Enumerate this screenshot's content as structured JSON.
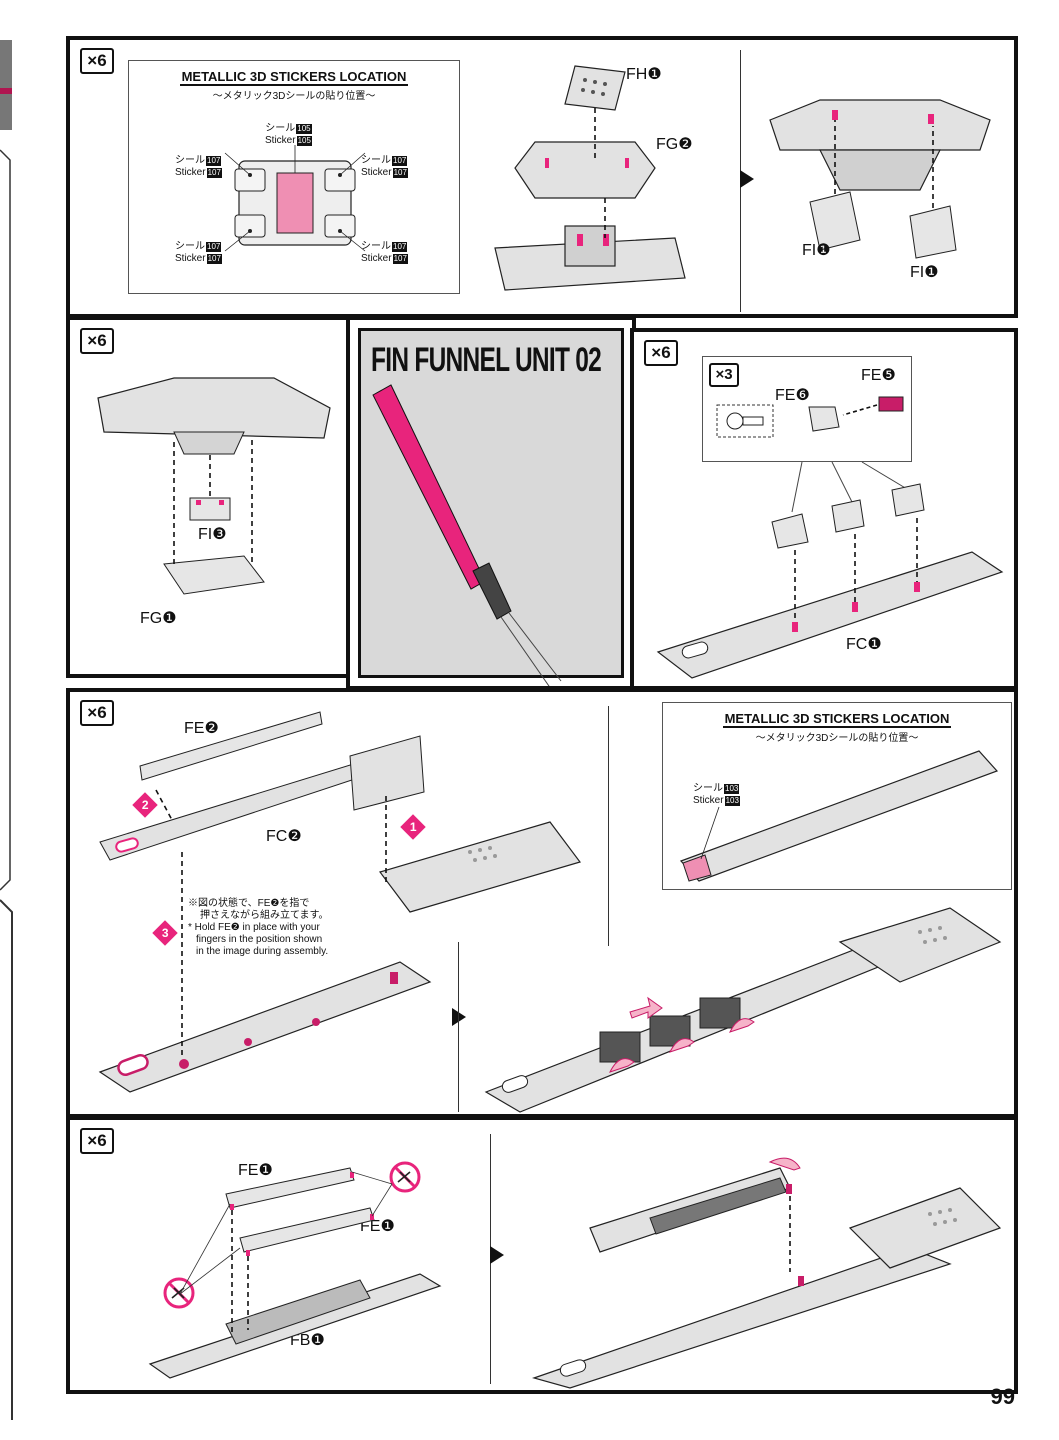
{
  "page_number": "99",
  "section_title": "FIN FUNNEL UNIT 02",
  "multipliers": {
    "x6": "×6",
    "x3": "×3"
  },
  "sticker_box": {
    "title": "METALLIC 3D STICKERS LOCATION",
    "subtitle": "〜メタリック3Dシールの貼り位置〜"
  },
  "stickers": {
    "seal_jp": "シール",
    "sticker_en": "Sticker",
    "no_105": "105",
    "no_107": "107",
    "no_103": "103"
  },
  "parts": {
    "FH1": "FH❶",
    "FG2": "FG❷",
    "FI1": "FI❶",
    "FI3": "FI❸",
    "FG1": "FG❶",
    "FE6": "FE❻",
    "FE5": "FE❺",
    "FC1": "FC❶",
    "FE2": "FE❷",
    "FC2": "FC❷",
    "FE1": "FE❶",
    "FB1": "FB❶"
  },
  "steps": {
    "s1": "1",
    "s2": "2",
    "s3": "3"
  },
  "note": {
    "jp_line1": "※図の状態で、FE❷を指で",
    "jp_line2": "押さえながら組み立てます。",
    "en_line1": "* Hold FE❷ in place with your",
    "en_line2": "fingers in the position shown",
    "en_line3": "in the image during assembly."
  },
  "colors": {
    "accent": "#e8247c",
    "sticker_pink": "#ef8fb3",
    "part_gray": "#dcdcdc",
    "part_dark": "#8a8a8a",
    "line": "#111111"
  },
  "icons": {
    "no_scissors": "no-cutting-icon",
    "next": "next-step-arrow-icon"
  }
}
